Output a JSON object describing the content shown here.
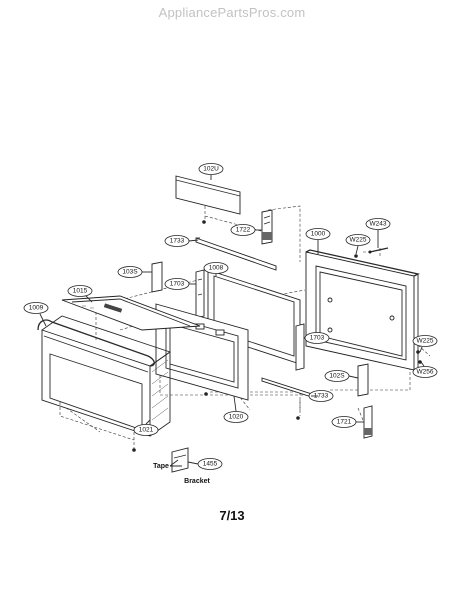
{
  "watermark": "AppliancePartsPros.com",
  "page_number": "7/13",
  "labels": {
    "tape": "Tape",
    "bracket": "Bracket"
  },
  "callouts": {
    "c102u": "102U",
    "c1722": "1722",
    "c1733a": "1733",
    "c103s": "103S",
    "c1703a": "1703",
    "c1008": "1008",
    "c1000": "1000",
    "cw225a": "W225",
    "cw243": "W243",
    "c1009": "1009",
    "c1015": "1015",
    "c1703b": "1703",
    "cw225b": "W225",
    "cw256": "W256",
    "c102s": "102S",
    "c1733b": "1733",
    "c1721": "1721",
    "c1020": "1020",
    "c1021": "1021",
    "c1455": "1455"
  }
}
